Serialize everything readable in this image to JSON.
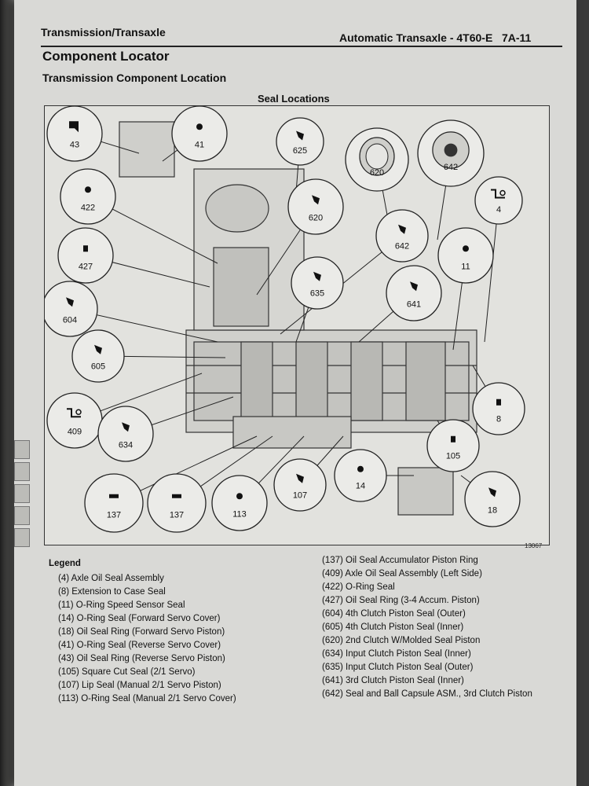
{
  "header": {
    "section": "Transmission/Transaxle",
    "subject": "Automatic Transaxle - 4T60-E",
    "page_number": "7A-11"
  },
  "titles": {
    "component_locator": "Component Locator",
    "transmission_component_location": "Transmission Component Location",
    "seal_locations": "Seal Locations"
  },
  "figure_number": "13067",
  "callouts": [
    {
      "label": "43",
      "icon": "seal-square-icon"
    },
    {
      "label": "41",
      "icon": "dot-icon"
    },
    {
      "label": "625",
      "icon": "seal-profile-icon"
    },
    {
      "label": "620",
      "icon": "ring-seal-icon"
    },
    {
      "label": "642",
      "icon": "capsule-ring-icon"
    },
    {
      "label": "4",
      "icon": "axle-seal-icon"
    },
    {
      "label": "422",
      "icon": "dot-icon"
    },
    {
      "label": "620",
      "icon": "seal-profile-icon"
    },
    {
      "label": "642",
      "icon": "seal-profile-icon"
    },
    {
      "label": "427",
      "icon": "square-icon"
    },
    {
      "label": "635",
      "icon": "seal-profile-icon"
    },
    {
      "label": "641",
      "icon": "seal-profile-icon"
    },
    {
      "label": "11",
      "icon": "dot-icon"
    },
    {
      "label": "604",
      "icon": "seal-profile-icon"
    },
    {
      "label": "605",
      "icon": "seal-profile-icon"
    },
    {
      "label": "409",
      "icon": "axle-seal-icon"
    },
    {
      "label": "634",
      "icon": "seal-profile-icon"
    },
    {
      "label": "8",
      "icon": "square-icon"
    },
    {
      "label": "105",
      "icon": "square-icon"
    },
    {
      "label": "137",
      "icon": "dash-icon"
    },
    {
      "label": "137",
      "icon": "dash-icon"
    },
    {
      "label": "113",
      "icon": "dot-icon"
    },
    {
      "label": "107",
      "icon": "seal-profile-icon"
    },
    {
      "label": "14",
      "icon": "dot-icon"
    },
    {
      "label": "18",
      "icon": "seal-profile-icon"
    }
  ],
  "legend": {
    "title": "Legend",
    "left": [
      "(4)  Axle Oil Seal Assembly",
      "(8)  Extension to Case Seal",
      "(11) O-Ring Speed Sensor Seal",
      "(14) O-Ring Seal (Forward Servo Cover)",
      "(18) Oil Seal Ring (Forward Servo Piston)",
      "(41) O-Ring Seal (Reverse Servo Cover)",
      "(43) Oil Seal Ring (Reverse Servo Piston)",
      "(105) Square Cut Seal (2/1 Servo)",
      "(107) Lip Seal (Manual 2/1 Servo Piston)",
      "(113) O-Ring Seal (Manual 2/1 Servo Cover)"
    ],
    "right": [
      "(137) Oil Seal Accumulator Piston Ring",
      "(409) Axle Oil Seal Assembly (Left Side)",
      "(422) O-Ring Seal",
      "(427) Oil Seal Ring (3-4 Accum. Piston)",
      "(604) 4th Clutch Piston Seal (Outer)",
      "(605) 4th Clutch Piston Seal (Inner)",
      "(620) 2nd Clutch W/Molded Seal Piston",
      "(634) Input Clutch Piston Seal (Inner)",
      "(635) Input Clutch Piston Seal (Outer)",
      "(641) 3rd Clutch Piston Seal (Inner)",
      "(642) Seal and Ball Capsule ASM., 3rd Clutch Piston"
    ]
  }
}
